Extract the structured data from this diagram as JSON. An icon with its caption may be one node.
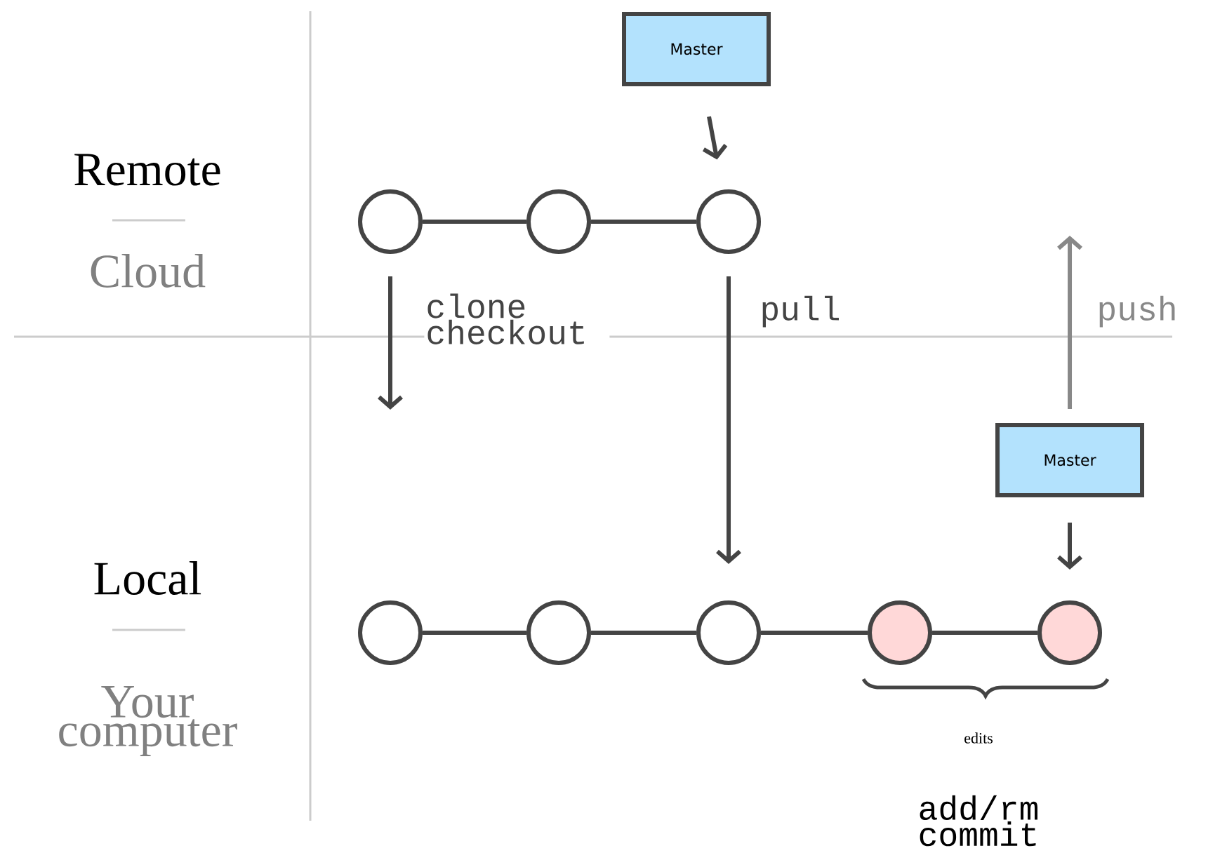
{
  "diagram": {
    "nodes": [
      {
        "text": [
          "Master"
        ]
      },
      {
        "text": [],
        "shape": "circle"
      },
      {
        "text": [],
        "shape": "circle"
      },
      {
        "text": [],
        "shape": "circle"
      },
      {
        "text": [
          "Master"
        ]
      },
      {
        "text": [],
        "shape": "circle"
      },
      {
        "text": [],
        "shape": "circle"
      },
      {
        "text": [],
        "shape": "circle"
      },
      {
        "text": [],
        "shape": "circle"
      },
      {
        "text": [],
        "shape": "circle"
      }
    ],
    "edges": [
      {
        "from": 0,
        "to": 3,
        "arrow": "to"
      },
      {
        "from": 1,
        "to": 2,
        "arrow": "none"
      },
      {
        "from": 2,
        "to": 3,
        "arrow": "none"
      },
      {
        "from": 1,
        "to": null,
        "arrow": "to",
        "label": "clone checkout"
      },
      {
        "from": 3,
        "to": 7,
        "arrow": "to",
        "label": "pull"
      },
      {
        "from": 4,
        "to": null,
        "arrow": "to",
        "label": "push",
        "color": "#888888"
      },
      {
        "from": 4,
        "to": 9,
        "arrow": "to"
      },
      {
        "from": 5,
        "to": 6,
        "arrow": "none"
      },
      {
        "from": 6,
        "to": 7,
        "arrow": "none"
      },
      {
        "from": 7,
        "to": 8,
        "arrow": "none"
      },
      {
        "from": 8,
        "to": 9,
        "arrow": "none"
      }
    ],
    "labels": [
      "Remote",
      "Cloud",
      "Local",
      "Your computer",
      "edits",
      "add/rm commit"
    ]
  }
}
